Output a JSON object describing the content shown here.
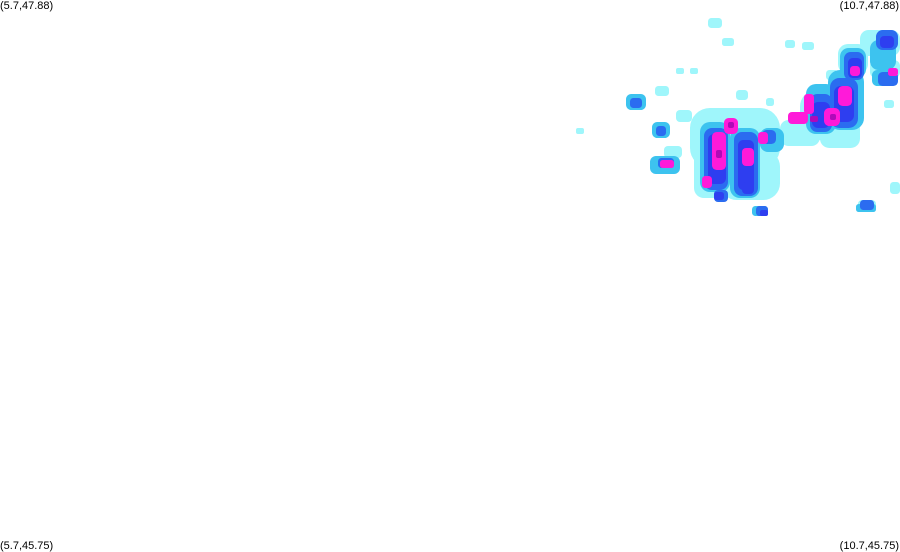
{
  "map": {
    "corners": {
      "top_left": "(5.7,47.88)",
      "top_right": "(10.7,47.88)",
      "bottom_left": "(5.7,45.75)",
      "bottom_right": "(10.7,45.75)"
    },
    "legend_colors": {
      "light": "#9ff6fb",
      "medium": "#3dc3ef",
      "heavy": "#2b6cf0",
      "very_heavy": "#2e3ef0",
      "extreme": "#ff1ad9",
      "core": "#b00ab8"
    }
  }
}
